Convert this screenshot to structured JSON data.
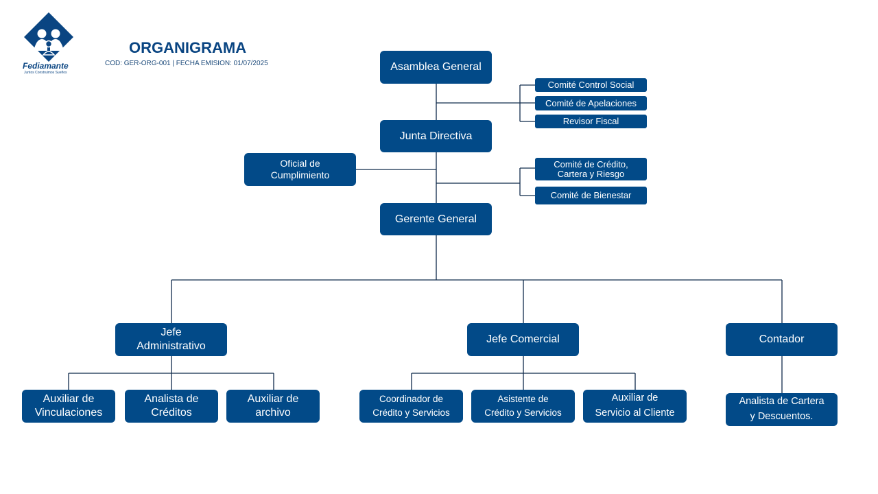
{
  "header": {
    "title": "ORGANIGRAMA",
    "subtitle": "COD: GER-ORG-001 | FECHA EMISION: 01/07/2025"
  },
  "logo": {
    "name": "Fediamante",
    "tagline": "Juntos Construimos Sueños",
    "color": "#0a4582"
  },
  "colors": {
    "box": "#024a88",
    "line": "#0f2a4a"
  },
  "nodes": {
    "asamblea": "Asamblea General",
    "control_social": "Comité Control Social",
    "apelaciones": "Comité de Apelaciones",
    "revisor": "Revisor Fiscal",
    "junta": "Junta Directiva",
    "oficial_line1": "Oficial de",
    "oficial_line2": "Cumplimiento",
    "credito_line1": "Comité  de Crédito,",
    "credito_line2": "Cartera y Riesgo",
    "bienestar": "Comité de Bienestar",
    "gerente": "Gerente General",
    "jefe_adm_line1": "Jefe",
    "jefe_adm_line2": "Administrativo",
    "jefe_com": "Jefe Comercial",
    "contador": "Contador",
    "aux_vinc_line1": "Auxiliar de",
    "aux_vinc_line2": "Vinculaciones",
    "analista_cred_line1": "Analista de",
    "analista_cred_line2": "Créditos",
    "aux_arch_line1": "Auxiliar de",
    "aux_arch_line2": "archivo",
    "coord_line1": "Coordinador  de",
    "coord_line2": "Crédito y Servicios",
    "asist_line1": "Asistente de",
    "asist_line2": "Crédito y Servicios",
    "aux_serv_line1": "Auxiliar de",
    "aux_serv_line2": "Servicio al Cliente",
    "analista_cart_line1": "Analista de Cartera",
    "analista_cart_line2": "y Descuentos."
  }
}
